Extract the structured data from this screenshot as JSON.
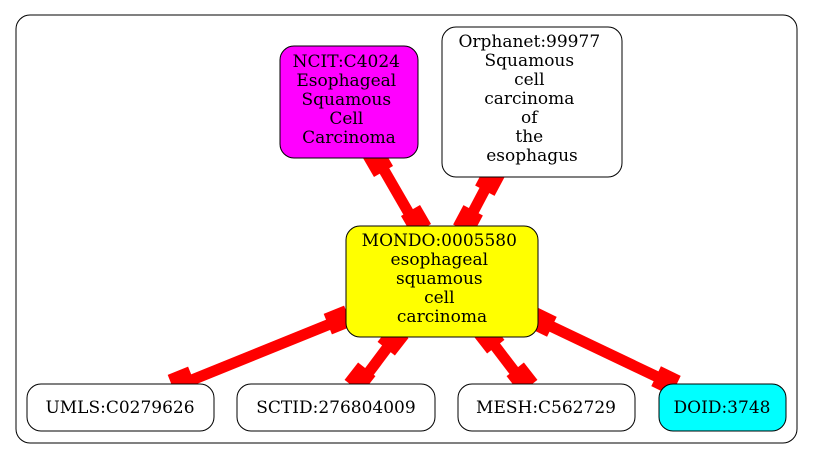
{
  "colors": {
    "edge": "#ff0000",
    "center_fill": "#ffff00",
    "ncit_fill": "#ff00ff",
    "doid_fill": "#00ffff",
    "default_fill": "#ffffff",
    "stroke": "#000000"
  },
  "nodes": {
    "ncit": {
      "lines": [
        "NCIT:C4024",
        "Esophageal",
        "Squamous",
        "Cell",
        "Carcinoma"
      ]
    },
    "orphanet": {
      "lines": [
        "Orphanet:99977",
        "Squamous",
        "cell",
        "carcinoma",
        "of",
        "the",
        "esophagus"
      ]
    },
    "mondo": {
      "lines": [
        "MONDO:0005580",
        "esophageal",
        "squamous",
        "cell",
        "carcinoma"
      ]
    },
    "umls": {
      "lines": [
        "UMLS:C0279626"
      ]
    },
    "sctid": {
      "lines": [
        "SCTID:276804009"
      ]
    },
    "mesh": {
      "lines": [
        "MESH:C562729"
      ]
    },
    "doid": {
      "lines": [
        "DOID:3748"
      ]
    }
  },
  "edges": [
    {
      "from": "ncit",
      "to": "mondo"
    },
    {
      "from": "orphanet",
      "to": "mondo"
    },
    {
      "from": "mondo",
      "to": "umls"
    },
    {
      "from": "mondo",
      "to": "sctid"
    },
    {
      "from": "mondo",
      "to": "mesh"
    },
    {
      "from": "mondo",
      "to": "doid"
    }
  ]
}
